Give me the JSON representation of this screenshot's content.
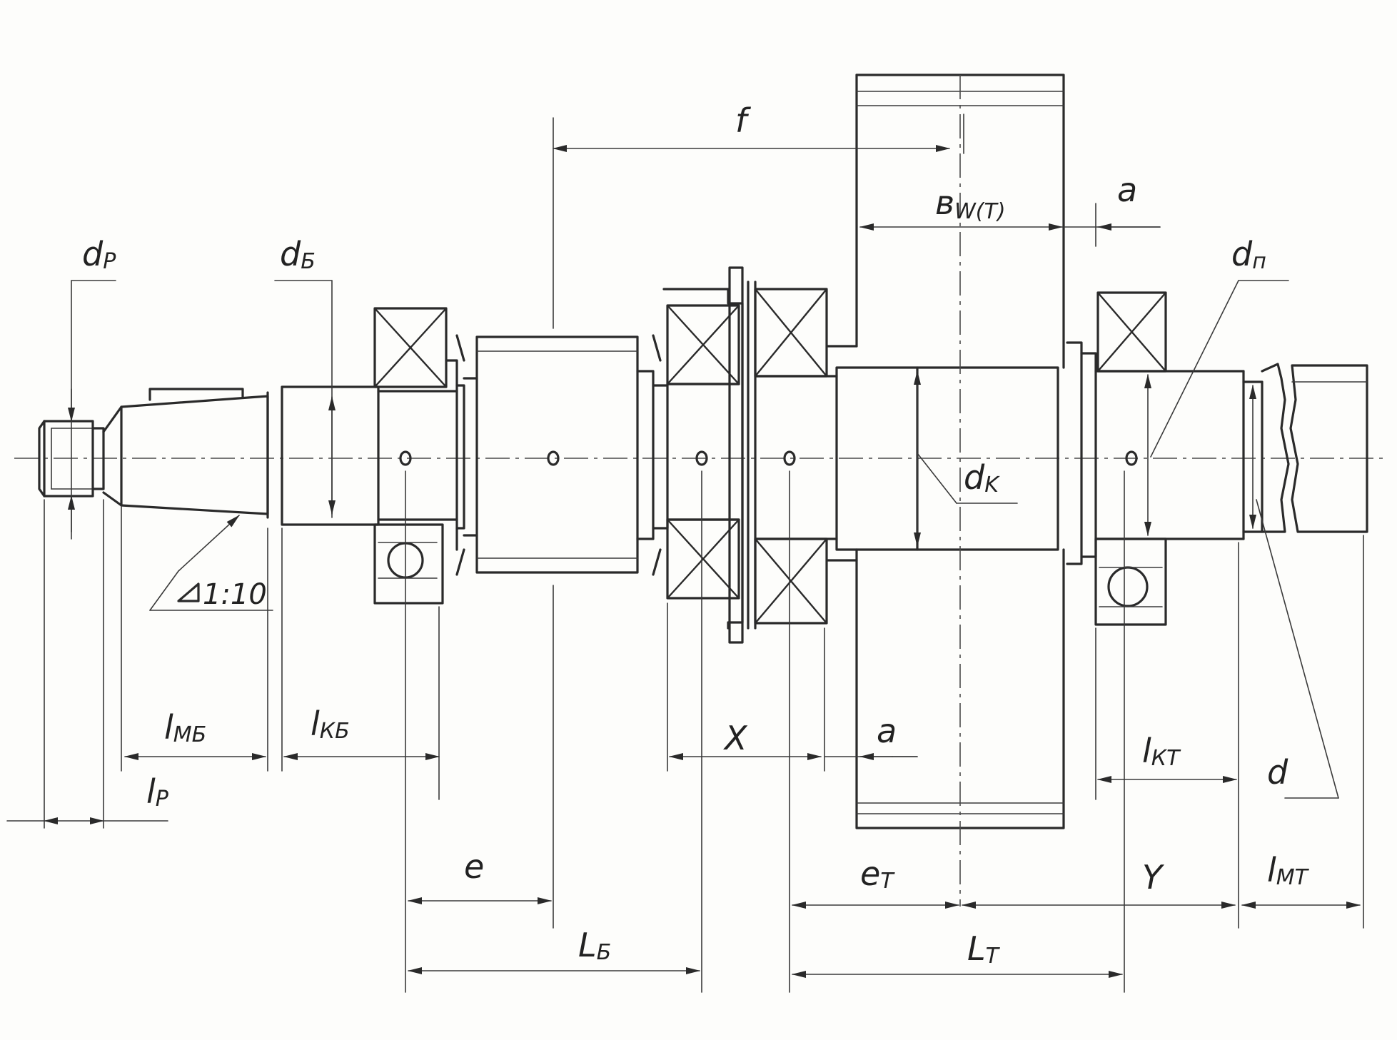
{
  "labels": {
    "dp": "d",
    "dp_sub": "P",
    "db": "d",
    "db_sub": "Б",
    "dk": "d",
    "dk_sub": "K",
    "dn": "d",
    "dn_sub": "п",
    "d": "d",
    "f": "f",
    "bw": "в",
    "bw_sub": "W(T)",
    "a_top": "a",
    "a_bottom": "a",
    "taper": "1:10",
    "lmb": "l",
    "lmb_sub": "МБ",
    "lkb": "l",
    "lkb_sub": "КБ",
    "lp": "l",
    "lp_sub": "P",
    "x": "X",
    "e": "e",
    "et": "e",
    "et_sub": "T",
    "lb": "L",
    "lb_sub": "Б",
    "lt": "L",
    "lt_sub": "T",
    "y": "Y",
    "lkt": "l",
    "lkt_sub": "КТ",
    "lmt": "l",
    "lmt_sub": "МТ"
  }
}
